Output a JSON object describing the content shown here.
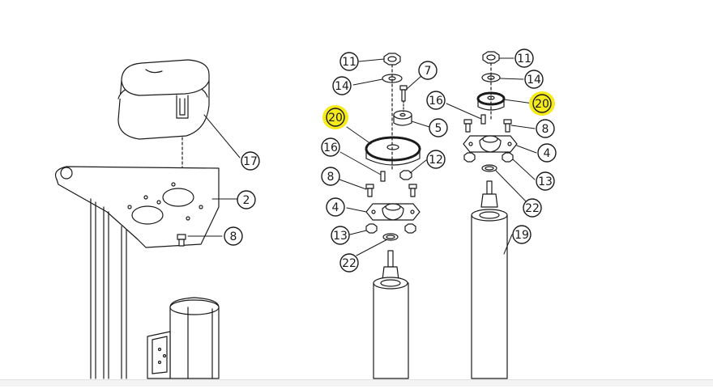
{
  "diagram": {
    "colors": {
      "line": "#1a1a1a",
      "highlight": "#f5ea1c",
      "background": "#ffffff"
    },
    "callouts": {
      "c17": "17",
      "c2": "2",
      "c8a": "8",
      "c11a": "11",
      "c7": "7",
      "c14a": "14",
      "c20a": "20",
      "c5": "5",
      "c16a": "16",
      "c12": "12",
      "c8b": "8",
      "c4a": "4",
      "c13a": "13",
      "c22a": "22",
      "c11b": "11",
      "c14b": "14",
      "c16b": "16",
      "c20b": "20",
      "c8c": "8",
      "c4b": "4",
      "c13b": "13",
      "c22b": "22",
      "c19": "19"
    },
    "highlighted_callouts": [
      "20"
    ]
  }
}
